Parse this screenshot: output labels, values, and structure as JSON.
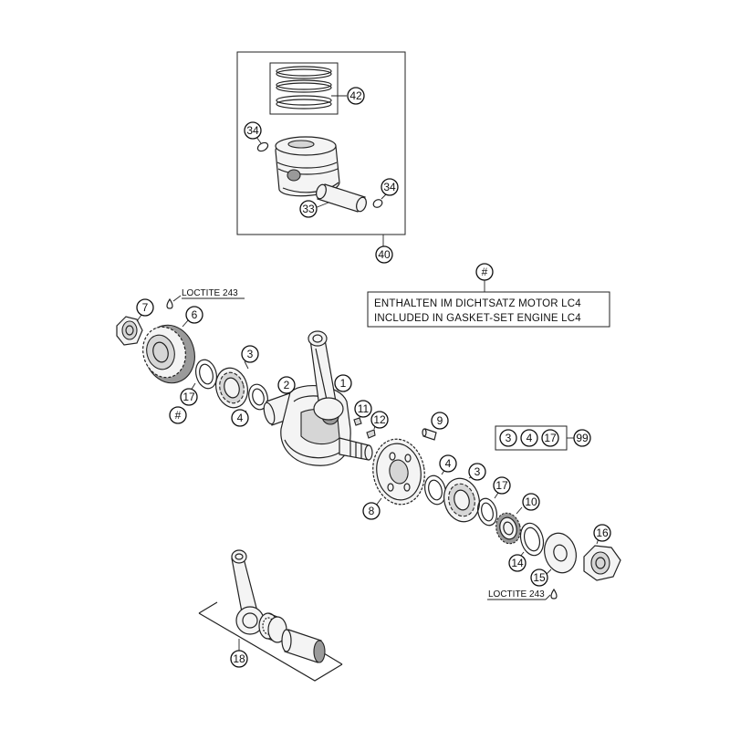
{
  "callouts": {
    "c42": "42",
    "c34a": "34",
    "c34b": "34",
    "c33": "33",
    "c40": "40",
    "cHashNote": "#",
    "c7": "7",
    "c6": "6",
    "c3a": "3",
    "c17a": "17",
    "cHashLeft": "#",
    "c4a": "4",
    "c2": "2",
    "c1": "1",
    "c11": "11",
    "c12": "12",
    "c9": "9",
    "c8": "8",
    "c4b": "4",
    "c3b": "3",
    "c17b": "17",
    "c10": "10",
    "c14": "14",
    "c15": "15",
    "c16": "16",
    "c18": "18",
    "kit3": "3",
    "kit4": "4",
    "kit17": "17",
    "kit99": "99"
  },
  "labels": {
    "loctite_top": "LOCTITE 243",
    "loctite_bottom": "LOCTITE 243"
  },
  "note": {
    "line1": "ENTHALTEN IM DICHTSATZ MOTOR LC4",
    "line2": "INCLUDED IN GASKET-SET ENGINE LC4"
  }
}
